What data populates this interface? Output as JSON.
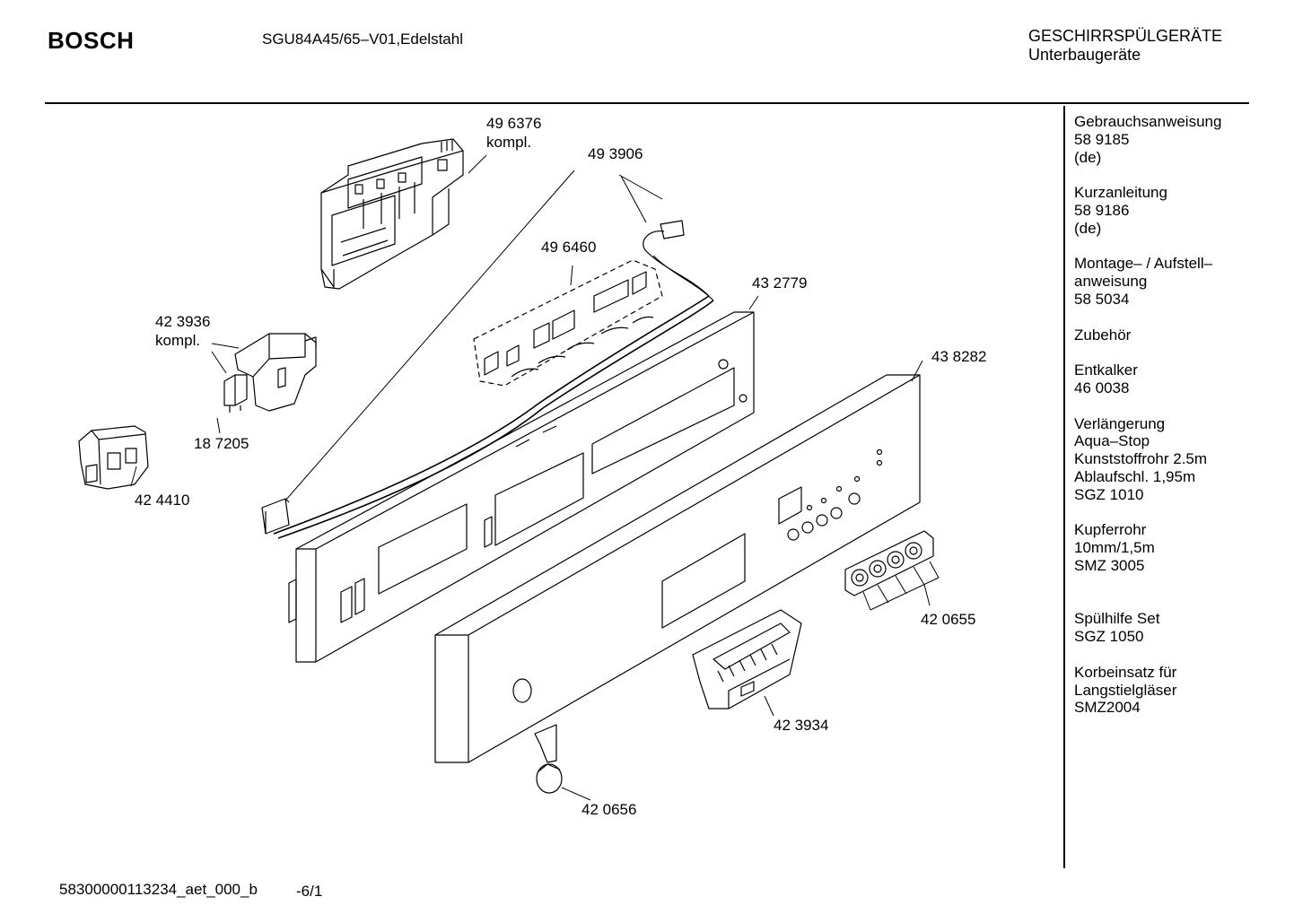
{
  "header": {
    "brand": "BOSCH",
    "model": "SGU84A45/65–V01,Edelstahl",
    "category": "GESCHIRRSPÜLGERÄTE",
    "subcategory": "Unterbaugeräte"
  },
  "sidebar": [
    "Gebrauchsanweisung\n58 9185\n(de)",
    "Kurzanleitung\n58 9186\n(de)",
    "Montage– / Aufstell–\nanweisung\n58 5034",
    "Zubehör",
    "Entkalker\n46 0038",
    "Verlängerung\nAqua–Stop\nKunststoffrohr 2.5m\nAblaufschl. 1,95m\nSGZ 1010",
    "Kupferrohr\n10mm/1,5m\nSMZ 3005",
    "Spülhilfe Set\nSGZ 1050",
    "Korbeinsatz für\nLangstielgläser\nSMZ2004"
  ],
  "parts": {
    "p496376": "49 6376",
    "kompl1": "kompl.",
    "p493906": "49 3906",
    "p496460": "49 6460",
    "p432779": "43 2779",
    "p423936": "42 3936",
    "kompl2": "kompl.",
    "p187205": "18 7205",
    "p424410": "42 4410",
    "p438282": "43 8282",
    "p420655": "42 0655",
    "p423934": "42 3934",
    "p420656": "42 0656"
  },
  "footer": {
    "doc_id": "58300000113234_aet_000_b",
    "page": "-6/1"
  }
}
